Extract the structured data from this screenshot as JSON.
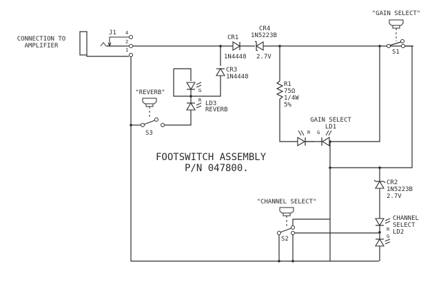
{
  "title": {
    "line1": "FOOTSWITCH ASSEMBLY",
    "line2": "P/N 047800."
  },
  "connector": {
    "label_line1": "CONNECTION TO",
    "label_line2": "AMPLIFIER",
    "ref": "J1",
    "pins": [
      "4",
      "2",
      "1"
    ]
  },
  "components": {
    "cr1": {
      "ref": "CR1",
      "part": "1N4448"
    },
    "cr2": {
      "ref": "CR2",
      "part": "1N5223B",
      "value": "2.7V"
    },
    "cr3": {
      "ref": "CR3",
      "part": "1N4448"
    },
    "cr4": {
      "ref": "CR4",
      "part": "1N5223B",
      "value": "2.7V"
    },
    "r1": {
      "ref": "R1",
      "value": "75Ω",
      "power": "1/4W",
      "tolerance": "5%"
    },
    "ld1": {
      "name": "GAIN SELECT",
      "ref": "LD1",
      "led_left": "R",
      "led_right": "G"
    },
    "ld2": {
      "name_line1": "CHANNEL",
      "name_line2": "SELECT",
      "ref": "LD2",
      "led_top": "R",
      "led_bottom": "G"
    },
    "ld3": {
      "ref": "LD3",
      "name": "REVERB",
      "led_top": "G",
      "led_bottom": "R"
    }
  },
  "switches": {
    "s1": {
      "ref": "S1",
      "label": "\"GAIN SELECT\""
    },
    "s2": {
      "ref": "S2",
      "label": "\"CHANNEL SELECT\""
    },
    "s3": {
      "ref": "S3",
      "label": "\"REVERB\""
    }
  }
}
